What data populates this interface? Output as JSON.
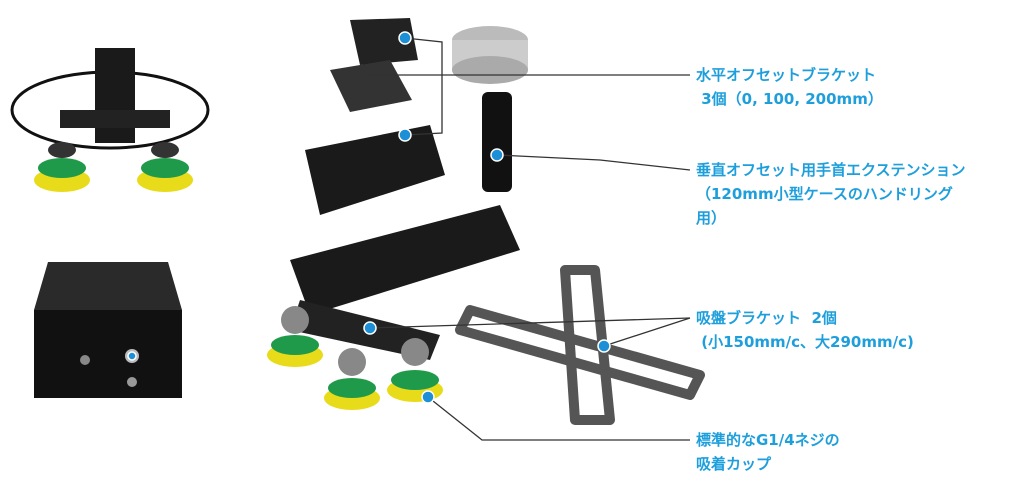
{
  "colors": {
    "accent": "#1e9fdc",
    "dot": "#1c8fd6",
    "line": "#333333",
    "metal": "#1a1a1a",
    "cup_green": "#1f9a4a",
    "cup_yellow": "#f2e21a"
  },
  "labels": {
    "horizontal_bracket": {
      "line1": "水平オフセットブラケット",
      "line2": " 3個（0, 100, 200mm）"
    },
    "vertical_extension": {
      "line1": "垂直オフセット用手首エクステンション",
      "line2": "（120mm小型ケースのハンドリング",
      "line3": "用）"
    },
    "suction_bracket": {
      "line1": "吸盤ブラケット  2個",
      "line2": " (小150mm/c、大290mm/c)"
    },
    "suction_cup": {
      "line1": "標準的なG1/4ネジの",
      "line2": "吸着カップ"
    }
  }
}
